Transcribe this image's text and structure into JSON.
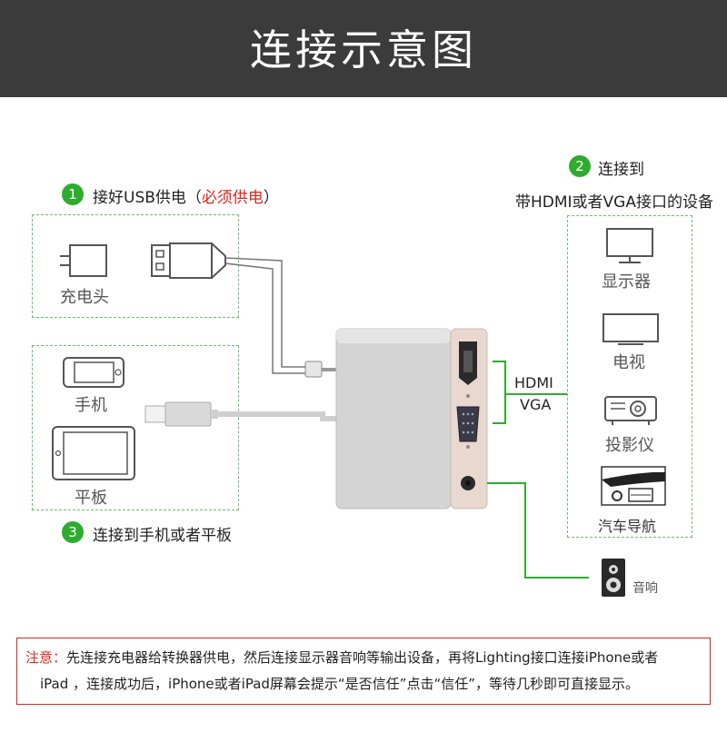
{
  "header": {
    "title": "连接示意图"
  },
  "step1": {
    "number": "1",
    "text_prefix": "接好USB供电（",
    "text_warning": "必须供电",
    "text_suffix": "）"
  },
  "step2": {
    "number": "2",
    "line1": "连接到",
    "line2": "带HDMI或者VGA接口的设备"
  },
  "step3": {
    "number": "3",
    "text": "连接到手机或者平板"
  },
  "left_devices": {
    "charger": "充电头",
    "phone": "手机",
    "tablet": "平板"
  },
  "right_devices": {
    "monitor": "显示器",
    "tv": "电视",
    "projector": "投影仪",
    "car": "汽车导航"
  },
  "ports": {
    "hdmi": "HDMI",
    "vga": "VGA"
  },
  "speaker": {
    "label": "音响"
  },
  "note": {
    "label": "注意：",
    "line1": "先连接充电器给转换器供电，然后连接显示器音响等输出设备，再将Lighting接口连接iPhone或者",
    "line2": "iPad ，连接成功后，iPhone或者iPad屏幕会提示“是否信任”点击“信任”，等待几秒即可直接显示。"
  },
  "colors": {
    "header_bg": "#3b3b3b",
    "accent_green": "#2eac2e",
    "warning_red": "#e0241b",
    "adapter_silver": "#d4d4d4"
  }
}
